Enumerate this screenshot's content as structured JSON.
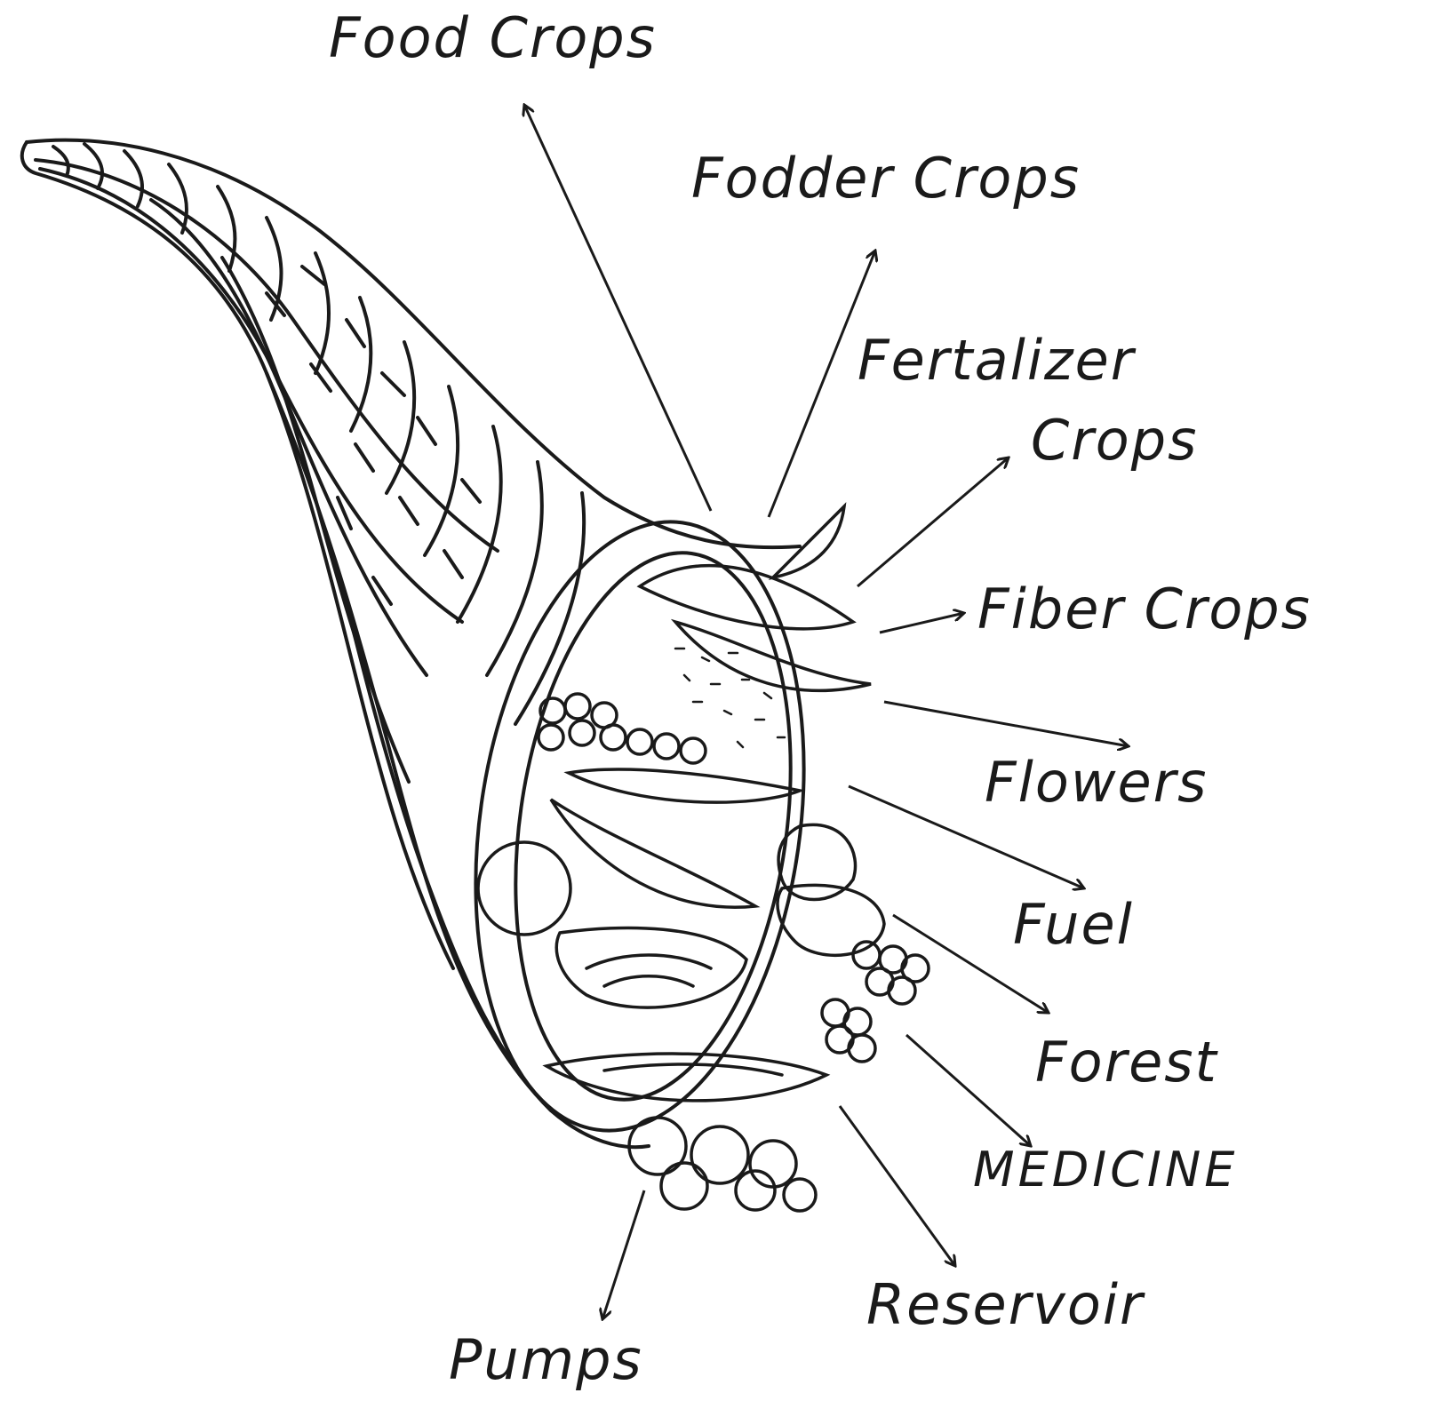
{
  "labels": {
    "food_crops": "Food Crops",
    "fodder_crops": "Fodder Crops",
    "fertalizer_line1": "Fertalizer",
    "fertalizer_line2": "Crops",
    "fiber_crops": "Fiber Crops",
    "flowers": "Flowers",
    "fuel": "Fuel",
    "forest": "Forest",
    "medicine": "MEDICINE",
    "reservoir": "Reservoir",
    "pumps": "Pumps"
  },
  "colors": {
    "ink": "#1a1a1a",
    "background": "#ffffff"
  }
}
